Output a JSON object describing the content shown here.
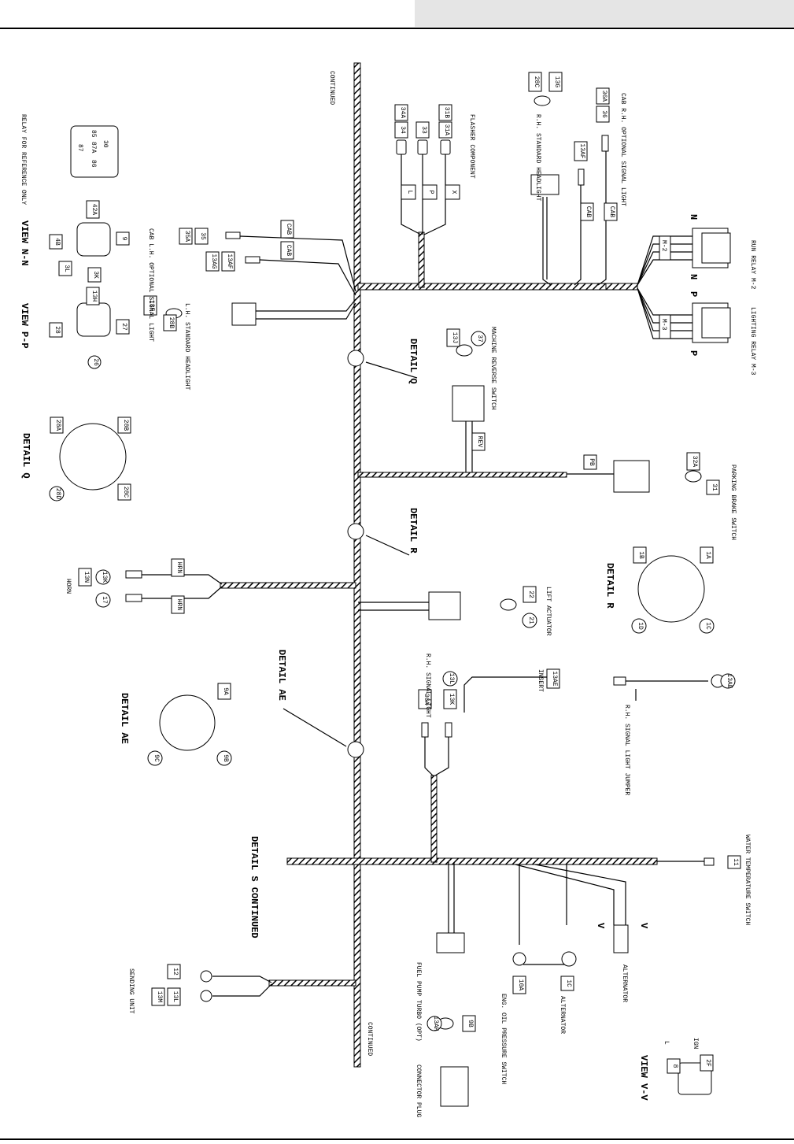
{
  "tag_labels": {
    "t34a": "34A",
    "t34": "34",
    "t33": "33",
    "t31b": "31B",
    "t31a": "31A",
    "t13g": "13G",
    "t28c": "28C",
    "t36a": "36A",
    "t36": "36",
    "t13af": "13AF",
    "t35": "35",
    "t35a": "35A",
    "t13ag": "13AG",
    "t13af2": "13AF",
    "t13f": "13F",
    "t28b": "28B",
    "t42a": "42A",
    "t9": "9",
    "t4b": "4B",
    "t3l": "3L",
    "t3k": "3K",
    "t13h": "13H",
    "t27": "27",
    "t28": "28",
    "t26": "26",
    "t13j": "13J",
    "t37": "37",
    "t32a": "32A",
    "t31": "31",
    "t1b": "1B",
    "t1a": "1A",
    "t1d": "1D",
    "t1c": "1C",
    "t22": "22",
    "t21": "21",
    "t13k": "13K",
    "t13n": "13N",
    "t17": "17",
    "t13ae": "13AE",
    "t13ae2": "13AE",
    "t13l": "13L",
    "t13k2": "13K",
    "t36a2": "36A",
    "t9a": "9A",
    "t9b": "9B",
    "t9c": "9C",
    "t28a": "28A",
    "t28b2": "28B",
    "t28c2": "28C",
    "t28d": "28D",
    "t11": "11",
    "t12": "12",
    "t13l2": "13L",
    "t13m": "13M",
    "t10a": "10A",
    "t1c2": "1C",
    "t9b2": "9B",
    "t13ah": "13AH",
    "t8": "8",
    "t2f": "2F",
    "tcab1": "CAB",
    "tcab2": "CAB",
    "tcab3": "CAB",
    "tcab4": "CAB",
    "tL": "L",
    "tP": "P",
    "tX": "X",
    "tREV": "REV",
    "tPB": "PB",
    "tHRN1": "HRN",
    "tHRN2": "HRN"
  },
  "labels": {
    "continued_top": "CONTINUED",
    "relay_ref": "RELAY FOR REFERENCE ONLY",
    "flasher": "FLASHER COMPONENT",
    "rh_headlight": "R.H. STANDARD HEADLIGHT",
    "cab_rh_signal": "CAB R.H. OPTIONAL SIGNAL LIGHT",
    "view_nn": "VIEW N-N",
    "cab_lh_signal": "CAB L.H. OPTIONAL SIGNAL LIGHT",
    "run_relay": "RUN RELAY M-2",
    "view_pp": "VIEW P-P",
    "lh_headlight": "L.H. STANDARD HEADLIGHT",
    "lighting_relay": "LIGHTING RELAY M-3",
    "machine_reverse": "MACHINE REVERSE SWITCH",
    "detail_q_callout": "DETAIL Q",
    "detail_q": "DETAIL Q",
    "parking_brake": "PARKING BRAKE SWITCH",
    "detail_r_callout": "DETAIL R",
    "detail_r": "DETAIL R",
    "lift_actuator": "LIFT ACTUATOR",
    "horn": "HORN",
    "detail_ae_callout": "DETAIL AE",
    "rh_signal_light": "R.H. SIGNAL LIGHT",
    "insert": "INSERT",
    "rh_signal_jumper": "R.H. SIGNAL LIGHT JUMPER",
    "detail_ae": "DETAIL AE",
    "detail_s": "DETAIL S CONTINUED",
    "water_temp": "WATER TEMPERATURE SWITCH",
    "sending_unit": "SENDING UNIT",
    "fuel_pump": "FUEL PUMP TURBO (OPT)",
    "eng_oil": "ENG. OIL PRESSURE SWITCH",
    "alternator_1": "ALTERNATOR",
    "alternator_2": "ALTERNATOR",
    "continued_bottom": "CONTINUED",
    "connector_plug": "CONNECTOR PLUG",
    "view_vv": "VIEW V-V",
    "ign": "IGN",
    "l_term": "L",
    "n1": "N",
    "n2": "N",
    "p1": "P",
    "p2": "P",
    "v1": "V",
    "v2": "V",
    "m2": "M-2",
    "m3": "M-3",
    "relay_30": "30",
    "relay_85": "85",
    "relay_87a": "87A",
    "relay_87": "87",
    "relay_86": "86"
  }
}
